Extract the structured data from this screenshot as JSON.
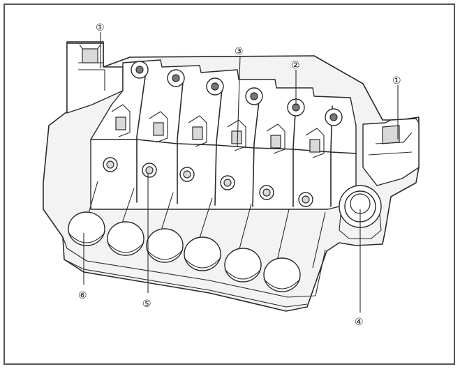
{
  "callouts": [
    {
      "label": "①"
    },
    {
      "label": "②"
    },
    {
      "label": "③"
    },
    {
      "label": "①"
    },
    {
      "label": "④"
    },
    {
      "label": "⑤"
    },
    {
      "label": "⑥"
    }
  ],
  "colors": {
    "frame": "#555555",
    "line": "#2a2a2a",
    "fill_light": "#f3f3f3",
    "fill_shade": "#d9d9d9"
  }
}
